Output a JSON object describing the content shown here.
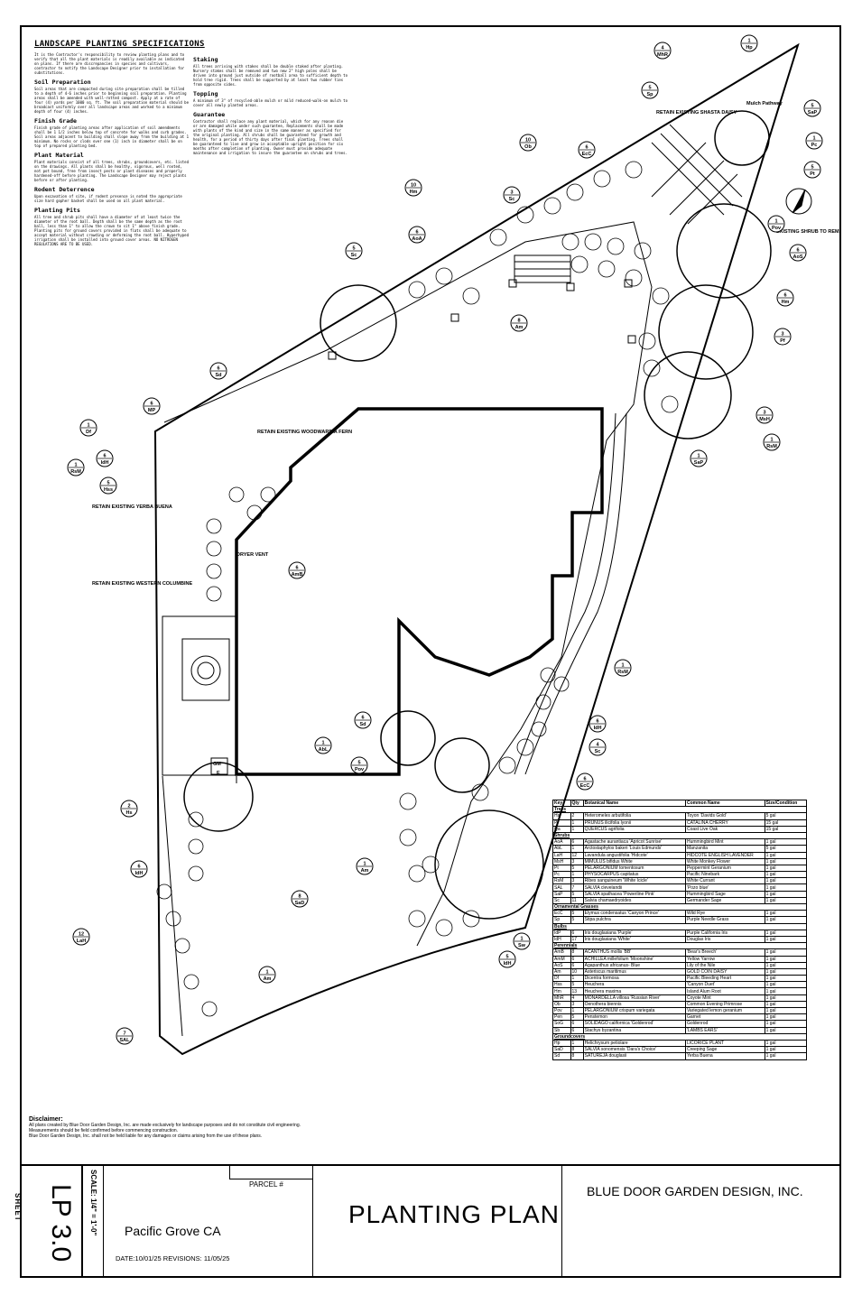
{
  "specs": {
    "title": "LANDSCAPE PLANTING SPECIFICATIONS",
    "sections_left": [
      {
        "heading": "",
        "body": "It is the Contractor's responsibility to review planting plans and to verify that all the plant materials is readily available as indicated on plans. If there are discrepancies in species and cultivars, contractor to notify the Landscape Designer prior to installation for substitutions."
      },
      {
        "heading": "Soil Preparation",
        "body": "Soil areas that are compacted during site preparation shall be tilled to a depth of 4-6 inches prior to beginning soil preparation. Planting areas shall be amended with well-rotted compost. Apply at a rate of four (4) yards per 1000 sq. ft. The soil preparation material should be broadcast uniformly over all landscape areas and worked to a minimum depth of four (4) inches."
      },
      {
        "heading": "Finish Grade",
        "body": "Finish grade of planting areas after application of soil amendments shall be 1 1/2 inches below top of concrete for walks and curb grades. Soil areas adjacent to building shall slope away from the building at 1 minimum. No rocks or clods over one (1) inch in diameter shall be on top of prepared planting bed."
      },
      {
        "heading": "Plant Material",
        "body": "Plant materials consist of all trees, shrubs, groundcovers, etc. listed on the drawings. All plants shall be healthy, vigorous, well rooted, not pot bound, free from insect pests or plant diseases and properly hardened-off before planting. The Landscape Designer may reject plants before or after planting."
      },
      {
        "heading": "Rodent Deterrence",
        "body": "Upon excavation of site, if rodent presence is noted the appropriate size hard gopher basket shall be used on all plant material."
      },
      {
        "heading": "Planting Pits",
        "body": "All tree and shrub pits shall have a diameter of at least twice the diameter of the root ball. Depth shall be the same depth as the root ball, less than 1\" to allow the crown to sit 1\" above finish grade. Planting pits for ground covers provided in flats shall be adequate to accept material without crowding or deforming the root ball. Hyperhyped irrigation shall be installed into ground cover areas. NO NITROGEN REGULATIONS ARE TO BE USED."
      }
    ],
    "sections_right": [
      {
        "heading": "Staking",
        "body": "All trees arriving with stakes shall be double staked after planting. Nursery stakes shall be removed and two new 2\" high poles shall be driven into ground just outside of rootball area to sufficient depth to hold tree rigid. Trees shall be supported by at least two rubber ties from opposite sides."
      },
      {
        "heading": "Topping",
        "body": "A minimum of 3\" of recycled-able mulch or mild reduced-walk-on mulch to cover all newly planted areas."
      },
      {
        "heading": "Guarantee",
        "body": "Contractor shall replace any plant material, which for any reason die or are damaged while under such guarantee, Replacements shall be made with plants of the kind and size in the same manner as specified for the original planting. All shrubs shall be guaranteed for growth and health, for a period of thirty days after final planting. Trees shall be guaranteed to live and grow in acceptable upright position for six months after completion of planting. Owner must provide adequate maintenance and irrigation to insure the guarantee on shrubs and trees."
      }
    ]
  },
  "plan": {
    "notes": [
      "RETAIN EXISTING SHASTA DAISY",
      "Mulch Pathway",
      "EXISTING SHRUB TO REMAIN",
      "RETAIN EXISTING WOODWARDIA FERN",
      "RETAIN EXISTING YERBA BUENA",
      "RETAIN EXISTING WESTERN COLUMBINE",
      "DRYER VENT"
    ],
    "callouts": [
      {
        "q": "1",
        "c": "Hp"
      },
      {
        "q": "4",
        "c": "MhR"
      },
      {
        "q": "5",
        "c": "Sp"
      },
      {
        "q": "5",
        "c": "SaP"
      },
      {
        "q": "1",
        "c": "Pc"
      },
      {
        "q": "5",
        "c": "Pt"
      },
      {
        "q": "1",
        "c": "Pov"
      },
      {
        "q": "6",
        "c": "AoS"
      },
      {
        "q": "6",
        "c": "Hm"
      },
      {
        "q": "3",
        "c": "Pf"
      },
      {
        "q": "3",
        "c": "MsH"
      },
      {
        "q": "1",
        "c": "RsM"
      },
      {
        "q": "1",
        "c": "SaP"
      },
      {
        "q": "6",
        "c": "EcC"
      },
      {
        "q": "10",
        "c": "Ob"
      },
      {
        "q": "10",
        "c": "Hm"
      },
      {
        "q": "3",
        "c": "Sc"
      },
      {
        "q": "6",
        "c": "AoA"
      },
      {
        "q": "5",
        "c": "Sc"
      },
      {
        "q": "8",
        "c": "Am"
      },
      {
        "q": "6",
        "c": "Sd"
      },
      {
        "q": "6",
        "c": "MP"
      },
      {
        "q": "1",
        "c": "Df"
      },
      {
        "q": "1",
        "c": "RsM"
      },
      {
        "q": "6",
        "c": "IdH"
      },
      {
        "q": "5",
        "c": "Hss"
      },
      {
        "q": "6",
        "c": "AmB"
      },
      {
        "q": "1",
        "c": "RsM"
      },
      {
        "q": "6",
        "c": "IdH"
      },
      {
        "q": "4",
        "c": "Sc"
      },
      {
        "q": "6",
        "c": "EcC"
      },
      {
        "q": "6",
        "c": "Sd"
      },
      {
        "q": "1",
        "c": "AbL"
      },
      {
        "q": "5",
        "c": "Pov"
      },
      {
        "q": "2",
        "c": "Hs"
      },
      {
        "q": "6",
        "c": "IdH"
      },
      {
        "q": "8",
        "c": "SaD"
      },
      {
        "q": "1",
        "c": "Am"
      },
      {
        "q": "12",
        "c": "LaH"
      },
      {
        "q": "1",
        "c": "Am"
      },
      {
        "q": "7",
        "c": "SAL"
      },
      {
        "q": "1",
        "c": "Sw"
      },
      {
        "q": "5",
        "c": "IdH"
      }
    ],
    "utility_labels": [
      "GM",
      "E"
    ]
  },
  "legend": {
    "headers": [
      "Key",
      "Qty",
      "Botanical Name",
      "Common Name",
      "Size/Condition"
    ],
    "groups": [
      {
        "name": "Trees",
        "rows": [
          [
            "Hs",
            "2",
            "Heteromeles arbutifolia",
            "Toyon 'Davids Gold'",
            "5 gal"
          ],
          [
            "Pl",
            "1",
            "PRUNUS ilicifolia lyonii",
            "CATALINA CHERRY",
            "15 gal"
          ],
          [
            "Qa",
            "1",
            "QUERCUS agrifolia",
            "Coast Live Oak",
            "15 gal"
          ]
        ]
      },
      {
        "name": "Shrubs",
        "rows": [
          [
            "AoA",
            "6",
            "Agastache aurantiaca 'Apricot Sunrise'",
            "Hummingbird Mint",
            "1 gal"
          ],
          [
            "AbL",
            "1",
            "Arctostaphylos bakeri 'Louis Edmunds'",
            "Manzanita",
            "5 gal"
          ],
          [
            "LaH",
            "12",
            "Lavandula angustifolia 'Hidcote'",
            "HIDCOTE ENGLISH LAVENDER",
            "1 gal"
          ],
          [
            "MsH",
            "3",
            "MIMULUS bifidus White",
            "White Monkey Flower",
            "1 gal"
          ],
          [
            "Pt",
            "5",
            "PELARGONIUM tomentosum",
            "Peppermint Geranium",
            "1 gal"
          ],
          [
            "Pc",
            "1",
            "PHYSOCARPUS capitatus",
            "Pacific Ninebark",
            "1 gal"
          ],
          [
            "RsM",
            "3",
            "Ribes sanguineum 'White Icicle'",
            "White Currant",
            "1 gal"
          ],
          [
            "SAL",
            "7",
            "SALVIA clevelandii",
            "'Pozo blue'",
            "1 gal"
          ],
          [
            "SaP",
            "5",
            "SALVIA spathacea 'Powerline Pink'",
            "Hummingbird Sage",
            "1 gal"
          ],
          [
            "Sc",
            "11",
            "Salvia chamaedryoides",
            "Germander Sage",
            "1 gal"
          ]
        ]
      },
      {
        "name": "Ornamental Grasses",
        "rows": [
          [
            "EcC",
            "5",
            "Elymus condensatus 'Canyon Prince'",
            "Wild Rye",
            "1 gal"
          ],
          [
            "Sp",
            "5",
            "Stipa pulchra",
            "Purple Needle Grass",
            "1 gal"
          ]
        ]
      },
      {
        "name": "Bulbs",
        "rows": [
          [
            "IdP",
            "6",
            "Iris douglasiana 'Purple'",
            "Purple California Iris",
            "1 gal"
          ],
          [
            "IdH",
            "17",
            "Iris douglasiana 'White'",
            "Douglas Iris",
            "1 gal"
          ]
        ]
      },
      {
        "name": "Perennials",
        "rows": [
          [
            "AmB",
            "8",
            "ACANTHUS mollis 'BB'",
            "'Bear's Breech'",
            "1 gal"
          ],
          [
            "AmM",
            "6",
            "ACHILLEA millefolium 'Moonshine'",
            "Yellow Yarrow",
            "1 gal"
          ],
          [
            "AoS",
            "6",
            "Agapanthus africanus- Blue",
            "Lily of the Nile",
            "1 gal"
          ],
          [
            "Am",
            "10",
            "Asteriscus maritimus",
            "GOLD COIN DAISY",
            "1 gal"
          ],
          [
            "Df",
            "1",
            "Dicentra formosa",
            "Pacific Bleeding Heart",
            "1 gal"
          ],
          [
            "Hss",
            "5",
            "Heuchera",
            "'Canyon Duet'",
            "1 gal"
          ],
          [
            "Hm",
            "13",
            "Heuchera maxima",
            "Island Alum Root",
            "1 gal"
          ],
          [
            "MhR",
            "4",
            "MONARDELLA villosa 'Russian River'",
            "Coyote Mint",
            "1 gal"
          ],
          [
            "Ob",
            "3",
            "Oenothera biennis",
            "Common Evening Primrose",
            "1 gal"
          ],
          [
            "Pov",
            "1",
            "PELARGONIUM crispum variegata",
            "Variegated lemon geranium",
            "1 gal"
          ],
          [
            "Pen",
            "5",
            "Penstemon",
            "Garnet",
            "1 gal"
          ],
          [
            "SoG",
            "6",
            "SOLIDAGO californica 'Goldenrod'",
            "Goldenrod",
            "1 gal"
          ],
          [
            "Sb",
            "6",
            "Stachys byzantina",
            "'LAMBS EARS'",
            "1 gal"
          ]
        ]
      },
      {
        "name": "Groundcovers",
        "rows": [
          [
            "Hp",
            "1",
            "Helichrysum petiolare",
            "LICORICE PLANT",
            "1 gal"
          ],
          [
            "SaD",
            "8",
            "SALVIA sonomensis 'Dara's Choice'",
            "Creeping Sage",
            "1 gal"
          ],
          [
            "Sd",
            "8",
            "SATUREJA douglasii",
            "Yerba Buena",
            "1 gal"
          ]
        ]
      }
    ]
  },
  "disclaimer": {
    "heading": "Disclaimer:",
    "lines": [
      "All plans created by Blue Door Garden Design, Inc. are made exclusively for landscape purposes and do not constitute civil engineering.",
      "Measurements should be field confirmed before commencing construction.",
      "Blue Door Garden Design, Inc. shall not be held liable for any damages or claims arising from the use of these plans."
    ]
  },
  "titleblock": {
    "sheet_label": "SHEET",
    "sheet_number": "LP 3.0",
    "scale": "SCALE: 1/4\" = 1'-0\"",
    "parcel": "PARCEL #",
    "location": "Pacific Grove CA",
    "date": "DATE:10/01/25 REVISIONS: 11/05/25",
    "title": "PLANTING PLAN",
    "firm": "BLUE DOOR GARDEN DESIGN, INC."
  }
}
